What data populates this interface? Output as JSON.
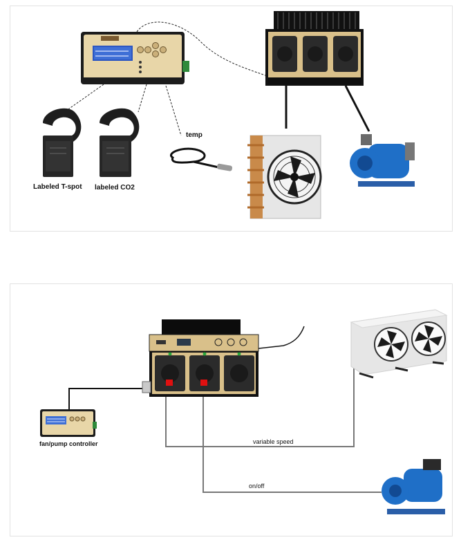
{
  "top": {
    "labels": {
      "tspot": "Labeled T-spot",
      "co2": "labeled CO2",
      "temp": "temp"
    }
  },
  "bottom": {
    "labels": {
      "controller": "fan/pump controller",
      "variable": "variable speed",
      "onoff": "on/off"
    }
  },
  "colors": {
    "controller_body": "#e8d6a8",
    "lcd": "#3f6fd6",
    "switch_box": "#d9c08a",
    "socket": "#2b2b2b",
    "fan_frame": "#e6e6e6",
    "pump_blue": "#1f6fc7",
    "indicator_red": "#e01010",
    "indicator_green": "#2aa43a"
  }
}
